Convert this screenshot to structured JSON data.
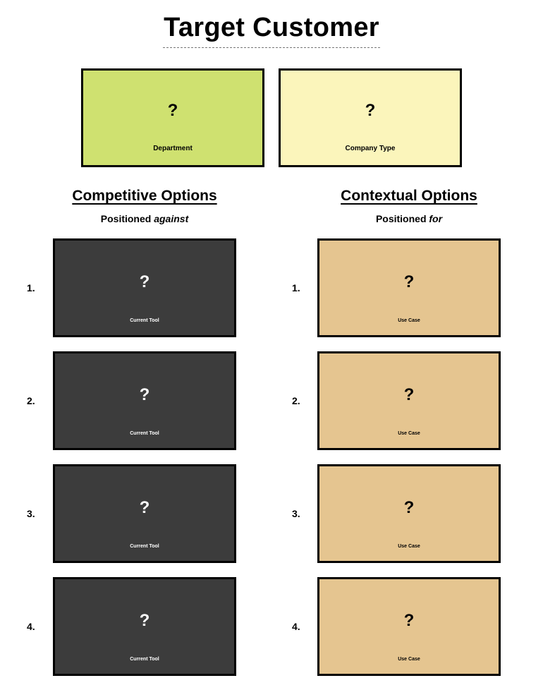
{
  "title": "Target Customer",
  "colors": {
    "department": "#cfe170",
    "company_type": "#fbf5bb",
    "current_tool": "#3c3c3c",
    "use_case": "#e5c590"
  },
  "top_cards": [
    {
      "mark": "?",
      "label": "Department"
    },
    {
      "mark": "?",
      "label": "Company Type"
    }
  ],
  "competitive": {
    "heading": "Competitive Options",
    "sub_prefix": "Positioned",
    "sub_emph": "against",
    "items": [
      {
        "num": "1.",
        "mark": "?",
        "label": "Current Tool"
      },
      {
        "num": "2.",
        "mark": "?",
        "label": "Current Tool"
      },
      {
        "num": "3.",
        "mark": "?",
        "label": "Current Tool"
      },
      {
        "num": "4.",
        "mark": "?",
        "label": "Current Tool"
      }
    ]
  },
  "contextual": {
    "heading": "Contextual Options",
    "sub_prefix": "Positioned",
    "sub_emph": "for",
    "items": [
      {
        "num": "1.",
        "mark": "?",
        "label": "Use Case"
      },
      {
        "num": "2.",
        "mark": "?",
        "label": "Use Case"
      },
      {
        "num": "3.",
        "mark": "?",
        "label": "Use Case"
      },
      {
        "num": "4.",
        "mark": "?",
        "label": "Use Case"
      }
    ]
  }
}
